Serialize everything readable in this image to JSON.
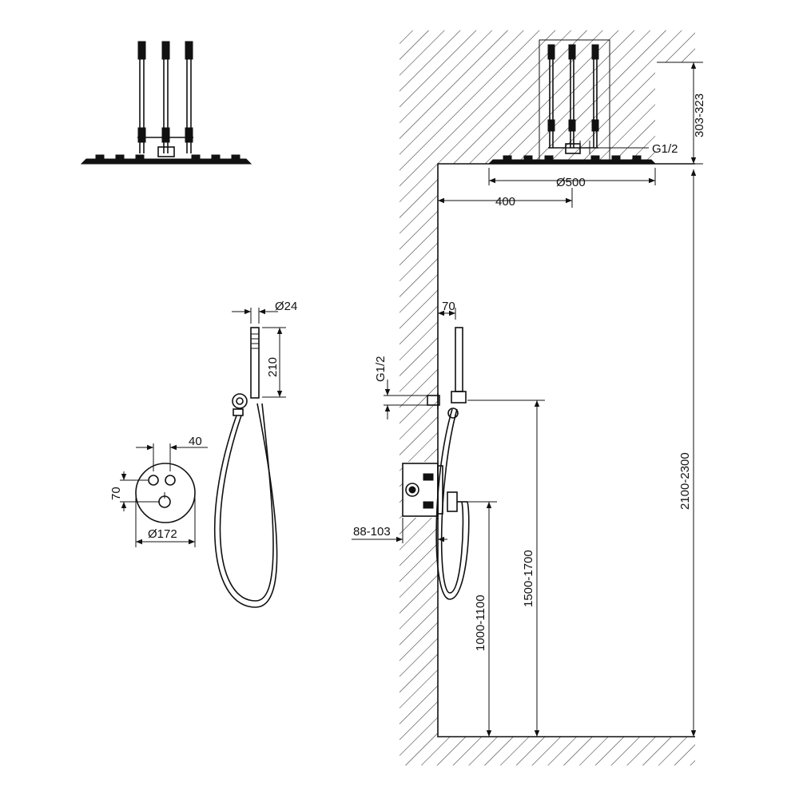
{
  "dimensions": {
    "shower_head_diameter": "Ø500",
    "head_offset": "400",
    "head_inlet_thread": "G1/2",
    "head_height_range": "303-323",
    "head_mount_height": "2100-2300",
    "hand_shower_diameter": "Ø24",
    "hand_shower_length": "210",
    "panel_button_spacing": "40",
    "panel_button_vertical": "70",
    "panel_diameter": "Ø172",
    "wall_outlet_projection": "70",
    "wall_outlet_thread": "G1/2",
    "outlet_height": "1500-1700",
    "valve_height": "1000-1100",
    "valve_depth": "88-103"
  },
  "colors": {
    "line": "#111111",
    "background": "#ffffff"
  }
}
